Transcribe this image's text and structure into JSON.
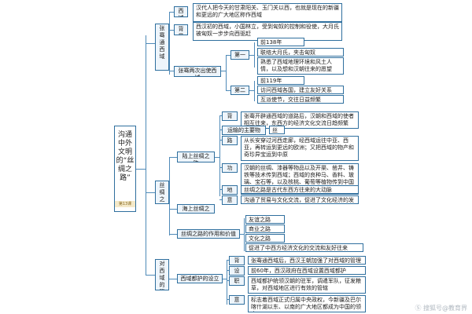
{
  "root": {
    "title": "沟通中外文明的“丝绸之路”",
    "badge": "第13课"
  },
  "branches": [
    {
      "label": "张骞通西域",
      "children": [
        {
          "label": "西域",
          "text": "汉代人把今天的甘肃阳关、玉门关以西，也就是现在的新疆和更远的广大地区称作西域"
        },
        {
          "label": "背景",
          "text": "西汉初的西域，小国林立，受到匈奴的控制和役使，大月氏被匈奴一步步向西驱赶"
        },
        {
          "label": "张骞两次出使西域",
          "subs": [
            {
              "label": "第一次",
              "items": [
                "前138年",
                "联络大月氏，夹击匈奴",
                "熟悉了西域地理环境和风土人情，以及想和汉朝往来的愿望"
              ]
            },
            {
              "label": "第二次",
              "items": [
                "前119年",
                "访问西域各国，建立友好关系",
                "互派使节，交往日益频繁"
              ]
            }
          ]
        }
      ]
    },
    {
      "label": "丝绸之路",
      "children": [
        {
          "label": "陆上丝绸之路",
          "subs": [
            {
              "label": "背景",
              "items": [
                "张骞开辟通西域的道路后，汉朝和西域的使者相互往来，东西方的经济文化交流日趋频繁"
              ]
            },
            {
              "label": "运输的主要物品",
              "items": [
                "丝绸"
              ]
            },
            {
              "label": "路线",
              "items": [
                "从长安穿过河西走廊，经西域运往中亚、西亚，再转运到更远的欧洲；又把西域的物产和奇珍异宝运到中原"
              ]
            },
            {
              "label": "功能",
              "items": [
                "汉朝的丝绸、漆器等物品以及开渠、凿井、铸铁等技术传到西域；西域的良种马、香料、玻璃、宝石等，以及核桃、葡萄等植物传到中国"
              ]
            },
            {
              "label": "地位",
              "items": [
                "丝绸之路是古代东西方往来的大动脉"
              ]
            },
            {
              "label": "意义",
              "items": [
                "沟通了贸易与文化交流，促进了文化经济的发展"
              ]
            }
          ]
        },
        {
          "label": "海上丝绸之路"
        },
        {
          "label": "丝绸之路的作用和价值",
          "items": [
            "友谊之路",
            "商业之路",
            "文化之路",
            "促进了中西方经济文化的交流和友好往来"
          ]
        }
      ]
    },
    {
      "label": "对西域的管理",
      "children": [
        {
          "label": "西域都护的设立",
          "subs": [
            {
              "label": "背景",
              "items": [
                "张骞通西域后，西汉王朝加强了对西域的管理"
              ]
            },
            {
              "label": "设置",
              "items": [
                "前60年，西汉政府在西域设置西域都护"
              ]
            },
            {
              "label": "职责",
              "items": [
                "西域都护统领汉朝的驻军，调遣军队，征发粮草，对西域地区进行有效的管辖"
              ]
            },
            {
              "label": "意义",
              "items": [
                "标志着西域正式归属中央政权，今新疆及巴尔喀什湖以东、以南的广大地区都成为中国的领土"
              ]
            }
          ]
        }
      ]
    }
  ],
  "watermark": "Ⓢ 搜狐号@教育界"
}
